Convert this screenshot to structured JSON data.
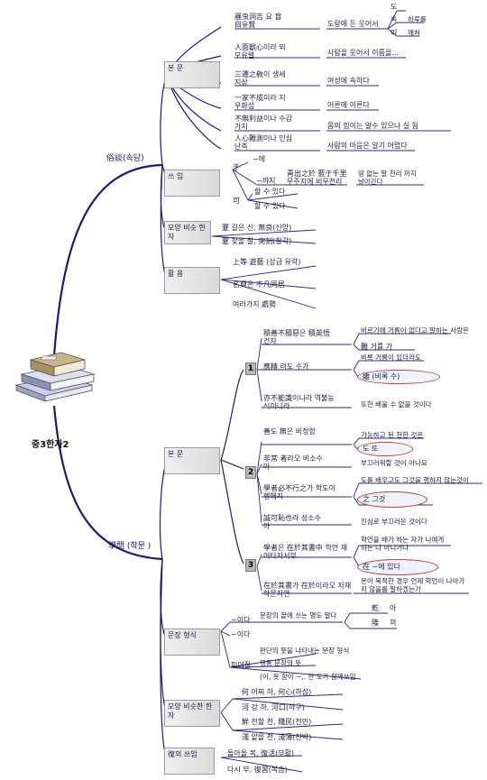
{
  "central": {
    "title": "중3한자2"
  },
  "branches": {
    "sokdam": "俗談(속담)",
    "hakmun": "學問 (학문 )"
  },
  "sokdam": {
    "bonmun_label": "본 문",
    "bonmun": [
      {
        "hanja": "蟲虫洞吉 요 盲目유賢",
        "meaning": "도랑에 든 웃어서"
      },
      {
        "hanja": "人面獸心이라 외모유렬",
        "meaning": "사람을 웃어서 이름을..."
      },
      {
        "hanja": "三遷之敎이 생세지상",
        "meaning": "여성에 속하다"
      },
      {
        "hanja": "一家不成이라 지우화섭",
        "meaning": "어른에 이른다"
      },
      {
        "hanja": "不無利益이나 수감가지",
        "meaning": "몸의 힘이는 알수 있으나    실      됨"
      },
      {
        "hanja": "人心難測이나 인심난측",
        "meaning": "사람의 마음은 알기 어렵다"
      }
    ],
    "bonmun_side": [
      "도",
      "속",
      "하루를",
      "미",
      "깨쳐"
    ],
    "sseuim_label": "쓰 임",
    "sseuim": {
      "char": "于",
      "a": "~에",
      "b": "~까지",
      "b_hanja": "靑出之於 藍于千里 무주지에 비무천리",
      "b_meaning": "땅 없는 말 천리 까지 날아간다",
      "c_char": "可",
      "c1": "할 수 있다",
      "c2": "할 수 있다"
    },
    "moyang_label": "모양 비슷 한자",
    "moyang": [
      {
        "text": "蹇   길은 신,   無良(신앙)"
      },
      {
        "text": "蹇   찾을 찰,   突刻(찰각)"
      }
    ],
    "hwalyong_label": "활 용",
    "hwalyong": [
      "上等 遊藝 (상급 유락)",
      "名興은 不凡同居",
      "여러가지 處勢"
    ]
  },
  "hakmun": {
    "bonmun_label": "본 문",
    "groups": [
      {
        "num": "1",
        "items": [
          {
            "hanja": "積善不積惡은 積英悟건자",
            "meaning": "바르기에 거름이 없다고 말하는 사람은",
            "extra": "難   거를 가"
          },
          {
            "hanja": "應精 려도 수가",
            "meaning": "비록 거름이 있더라도",
            "extra": "雖 (비록 수)"
          },
          {
            "hanja": "亦不能識이니라 역불능식이니라",
            "meaning": "또한 배울 수 없을 것이다"
          }
        ]
      },
      {
        "num": "2",
        "items": [
          {
            "hanja": "善도 無은 비정함",
            "meaning": "가능하고 된 천한 것은",
            "extra": "도      또"
          },
          {
            "hanja": "非常 者라오 비소수아",
            "meaning": "부끄러워할 것이 아니요"
          },
          {
            "hanja": "學者必不行之가 학도이행해지",
            "meaning": "도를 배우고도 그것을 행하지 않는것이",
            "extra": "之      그것"
          },
          {
            "hanja": "誠可恥也라 성소수아",
            "meaning": "진심로 부끄러운 것이다"
          }
        ]
      },
      {
        "num": "3",
        "items": [
          {
            "hanja": "學者은 在於其書中 학언  재어타자서부",
            "meaning": "학언을 배가 하는 자가 나에게 하는 나 아니거나",
            "extra": "在    ~에 있다"
          },
          {
            "hanja": "在於其書가 在於이라오 자재학문자연",
            "meaning": "몬이 목적한 경우 언제 학언이 나아가지 않을를 말하겠는가"
          }
        ]
      }
    ],
    "hakmun_side": [
      "乾",
      "아",
      "隆",
      "의"
    ],
    "munjang_label": "문장 형식",
    "munjang": {
      "a": "~이다",
      "a_detail": "문장의 끝에 쓰는 명도 말다",
      "b": "~이다",
      "c": "피어질",
      "c1": "판단의 뜻을 나타내는 문장 형식",
      "c2": "행동 문장의 뜻",
      "c3": "(이, 못 함이 ~,. 한 도가 함께쓰임"
    },
    "moyang_label": "모양 비슷한 한자",
    "moyang": [
      "何   어찌 하,   何心(하심)",
      "河   강   하,   河口(하구)",
      "鮮   천할 천,   賤民(천민)",
      "淺   얕을 천,   淺薄(천박)"
    ],
    "multi_label": "復의 쓰임",
    "multi": [
      "돌아올 복,   復活(부활)",
      "다시 부,   復習(복습)"
    ]
  }
}
